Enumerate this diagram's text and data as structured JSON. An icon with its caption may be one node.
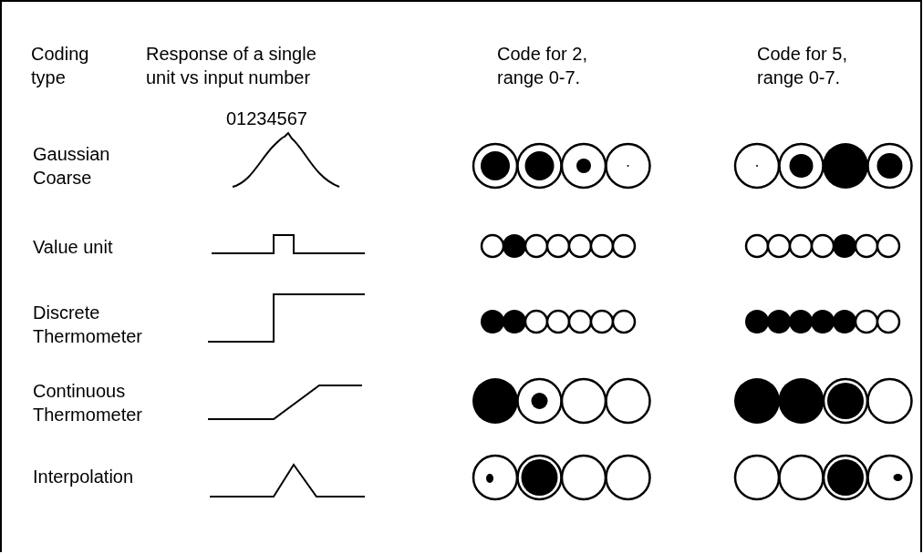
{
  "diagram": {
    "labels": [
      "Coding type",
      "Response of a single unit vs input number",
      "Code for 2, range 0-7.",
      "Code for 5, range 0-7.",
      "01234567",
      "Gaussian Coarse",
      "Value unit",
      "Discrete Thermometer",
      "Continuous Thermometer",
      "Interpolation"
    ]
  }
}
